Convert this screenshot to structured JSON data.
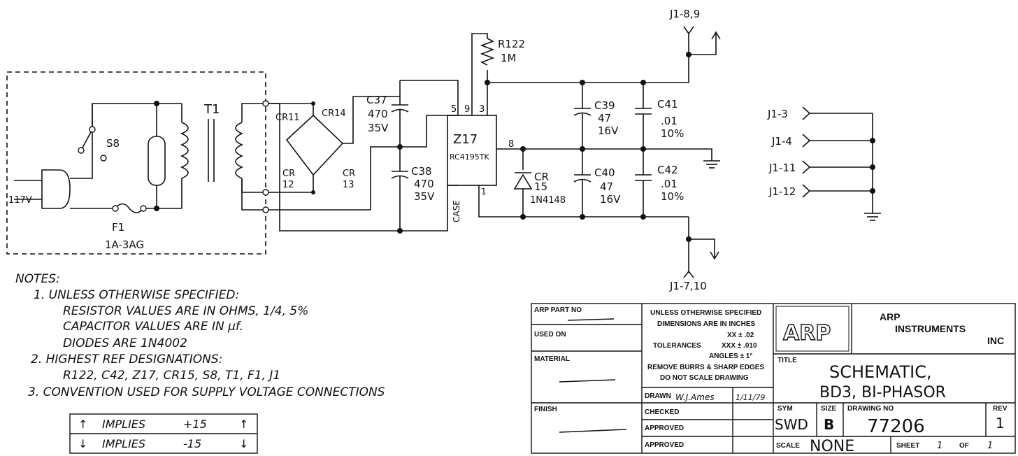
{
  "schematic": {
    "labels": {
      "r122_ref": "R122",
      "r122_val": "1M",
      "t1": "T1",
      "s8": "S8",
      "f1": "F1",
      "f1_val": "1A-3AG",
      "v117": "117V",
      "cr11": "CR11",
      "cr14": "CR14",
      "cr12_a": "CR",
      "cr12_b": "12",
      "cr13_a": "CR",
      "cr13_b": "13",
      "c37_ref": "C37",
      "c37_val": "470",
      "c37_v": "35V",
      "c38_ref": "C38",
      "c38_val": "470",
      "c38_v": "35V",
      "z17_ref": "Z17",
      "z17_part": "RC4195TK",
      "z17_case": "CASE",
      "pin5": "5",
      "pin9": "9",
      "pin3": "3",
      "pin8": "8",
      "pin1": "1",
      "cr15_a": "CR",
      "cr15_b": "15",
      "cr15_val": "1N4148",
      "c39_ref": "C39",
      "c39_val": "47",
      "c39_v": "16V",
      "c40_ref": "C40",
      "c40_val": "47",
      "c40_v": "16V",
      "c41_ref": "C41",
      "c41_val": ".01",
      "c41_t": "10%",
      "c42_ref": "C42",
      "c42_val": ".01",
      "c42_t": "10%",
      "j1_89": "J1-8,9",
      "j1_710": "J1-7,10",
      "j1_3": "J1-3",
      "j1_4": "J1-4",
      "j1_11": "J1-11",
      "j1_12": "J1-12"
    }
  },
  "notes": {
    "title": "NOTES:",
    "lines": [
      "1. UNLESS OTHERWISE SPECIFIED:",
      "RESISTOR VALUES ARE IN OHMS, 1/4, 5%",
      "CAPACITOR VALUES ARE IN µf.",
      "DIODES ARE  1N4002",
      "2. HIGHEST REF DESIGNATIONS:",
      "R122, C42, Z17, CR15, S8, T1, F1, J1",
      "3. CONVENTION USED FOR SUPPLY VOLTAGE CONNECTIONS"
    ],
    "legend": [
      {
        "arrow": "↑",
        "implies": "IMPLIES",
        "value": "+15"
      },
      {
        "arrow": "↓",
        "implies": "IMPLIES",
        "value": "-15"
      }
    ]
  },
  "title_block": {
    "arp_part_no": "ARP PART NO",
    "used_on": "USED ON",
    "material": "MATERIAL",
    "finish": "FINISH",
    "spec": [
      "UNLESS OTHERWISE SPECIFIED",
      "DIMENSIONS ARE IN INCHES",
      "XX ± .02",
      "TOLERANCES",
      "XXX ± .010",
      "ANGLES ± 1°",
      "REMOVE BURRS & SHARP EDGES",
      "DO NOT SCALE DRAWING"
    ],
    "drawn_label": "DRAWN",
    "drawn_by": "W.J.Ames",
    "drawn_date": "1/11/79",
    "checked": "CHECKED",
    "approved_1": "APPROVED",
    "approved_2": "APPROVED",
    "logo": "ARP",
    "company_1": "ARP",
    "company_2": "INSTRUMENTS",
    "company_3": "INC",
    "title_label": "TITLE",
    "title_1": "SCHEMATIC,",
    "title_2": "BD3, BI-PHASOR",
    "sym_label": "SYM",
    "sym": "SWD",
    "size_label": "SIZE",
    "size": "B",
    "drawing_no_label": "DRAWING NO",
    "drawing_no": "77206",
    "rev_label": "REV",
    "rev": "1",
    "scale_label": "SCALE",
    "scale": "NONE",
    "sheet_label": "SHEET",
    "sheet": "1",
    "of_label": "OF",
    "of": "1"
  }
}
